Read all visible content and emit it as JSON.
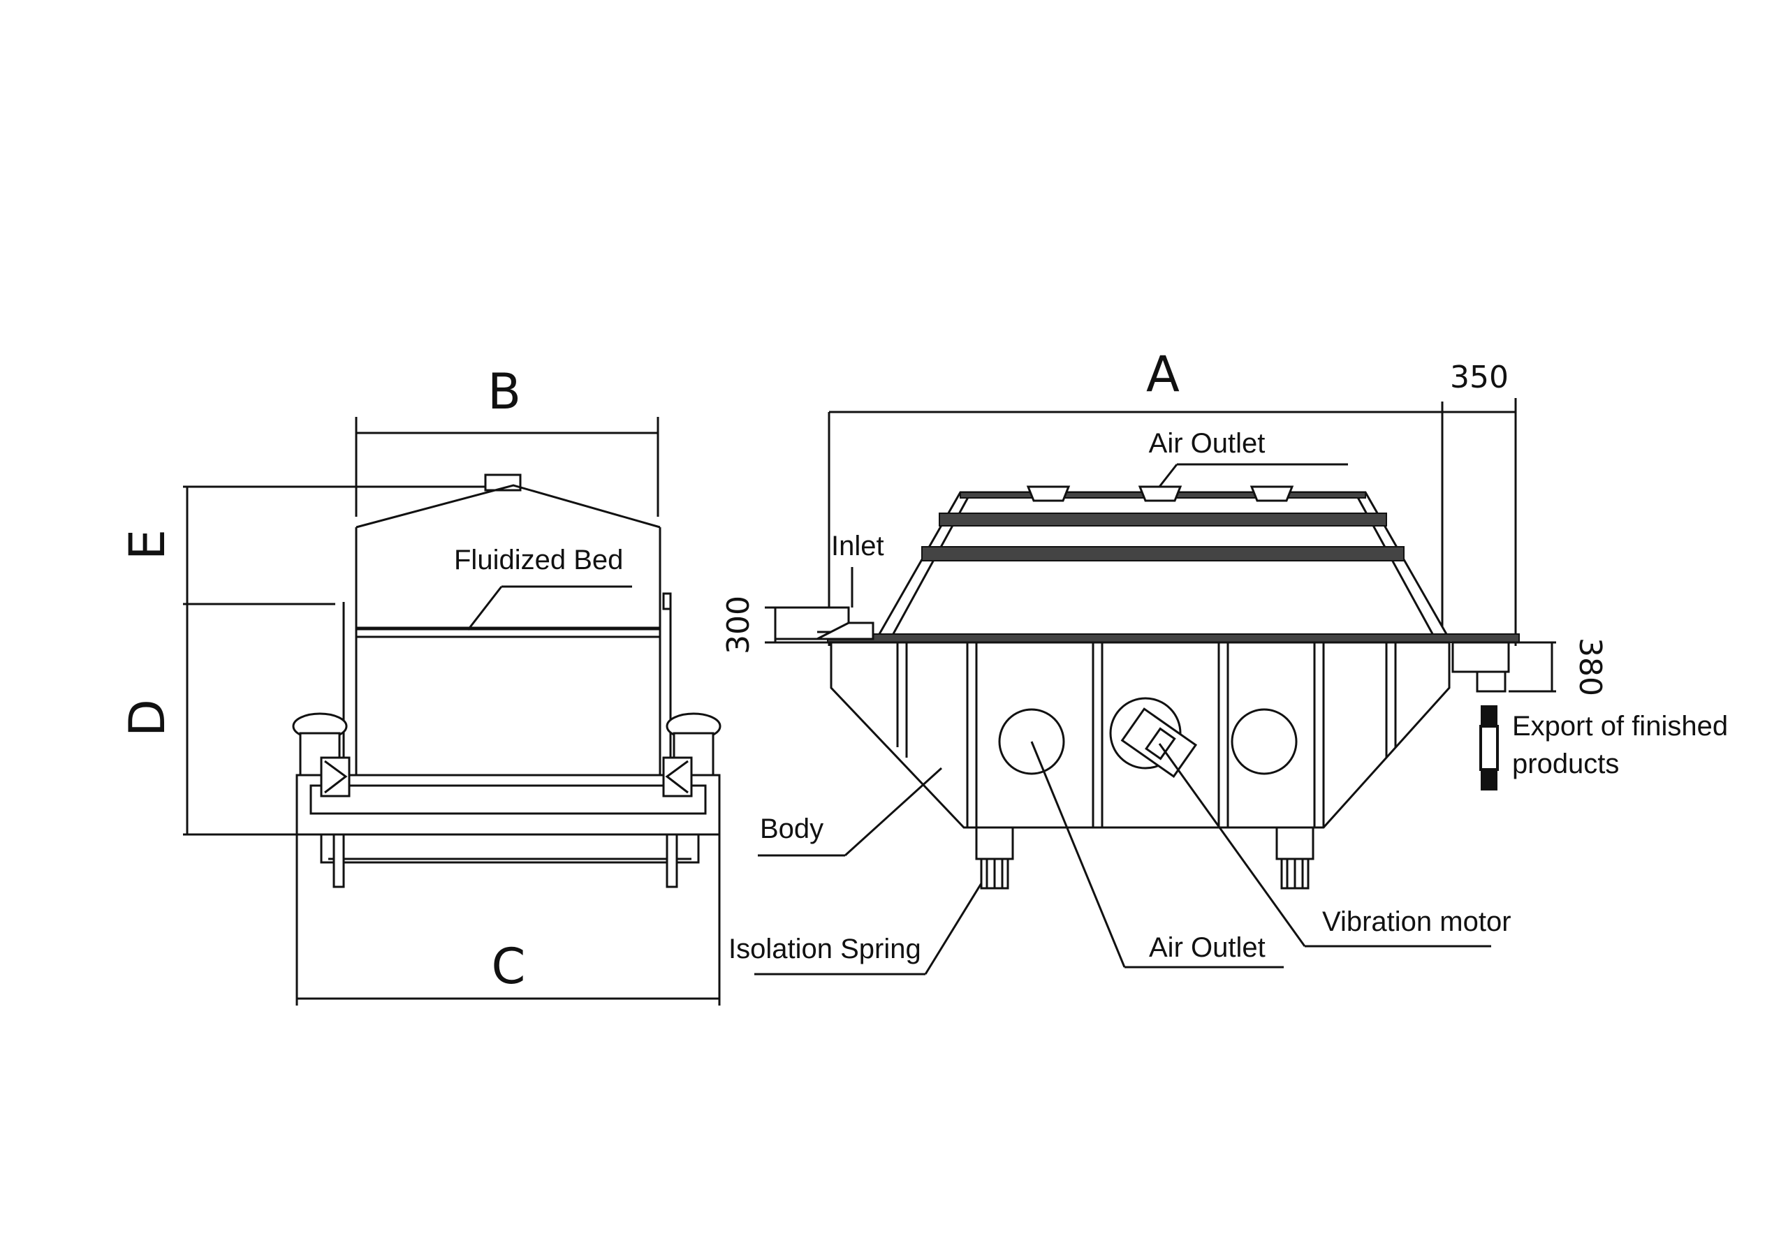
{
  "dimensions": {
    "a": "A",
    "b": "B",
    "c": "C",
    "d": "D",
    "e": "E",
    "d350": "350",
    "d300": "300",
    "d380": "380"
  },
  "labels": {
    "fluidized_bed": "Fluidized Bed",
    "air_outlet_top": "Air Outlet",
    "inlet": "Inlet",
    "export_line1": "Export of finished",
    "export_line2": "products",
    "body": "Body",
    "isolation_spring": "Isolation Spring",
    "air_outlet_bottom": "Air Outlet",
    "vibration_motor": "Vibration motor"
  }
}
